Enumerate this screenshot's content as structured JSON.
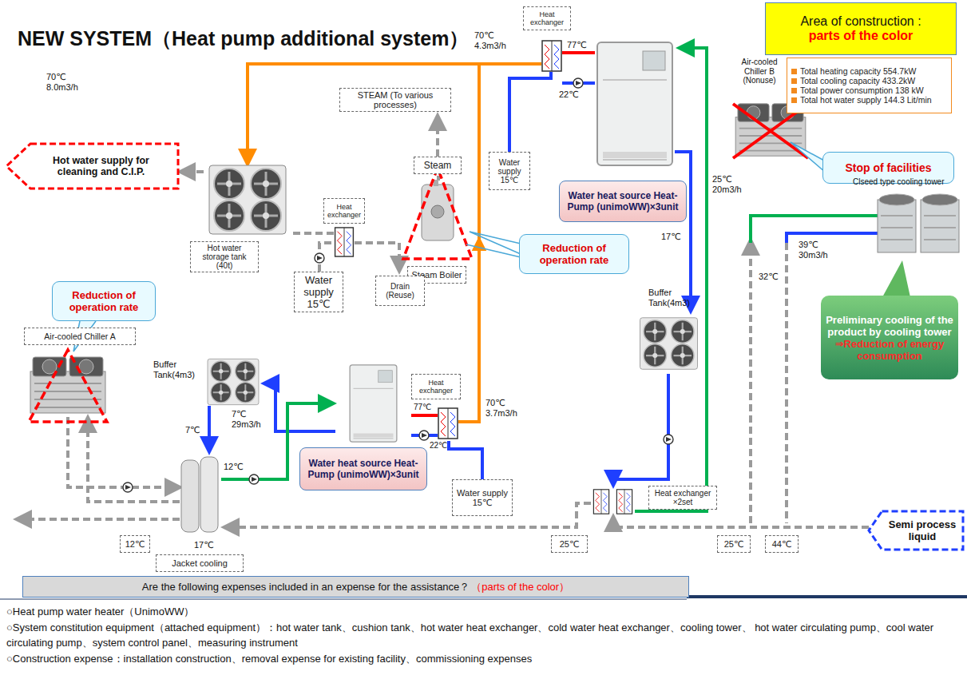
{
  "diagram": {
    "title": "NEW SYSTEM（Heat pump additional system）",
    "nodes": [
      {
        "text": [
          "Area of construction :",
          "parts of the color"
        ]
      },
      {
        "text": [
          "Total heating capacity 554.7kW",
          "Total cooling capacity 433.2kW",
          "Total power consumption 138 kW",
          "Total hot water supply 144.3 Lit/min"
        ]
      },
      {
        "text": [
          "STEAM (To various processes)"
        ]
      },
      {
        "text": [
          "Heat exchanger"
        ]
      },
      {
        "text": [
          "Stop of facilities"
        ]
      },
      {
        "text": [
          "Water supply 15℃"
        ]
      },
      {
        "text": [
          "Steam"
        ]
      },
      {
        "text": [
          "Heat exchanger"
        ]
      },
      {
        "text": [
          "Hot water supply for cleaning and C.I.P."
        ]
      },
      {
        "text": [
          "Water heat source Heat-Pump (unimoWW)×3unit"
        ]
      },
      {
        "text": [
          "Steam Boiler"
        ]
      },
      {
        "text": [
          "Hot water storage tank (40t)"
        ]
      },
      {
        "text": [
          "Water supply 15℃"
        ]
      },
      {
        "text": [
          "Drain (Reuse)"
        ]
      },
      {
        "text": [
          "Reduction of operation rate"
        ]
      },
      {
        "text": [
          "Reduction of operation rate"
        ]
      },
      {
        "text": [
          "Air-cooled Chiller A"
        ]
      },
      {
        "text": [
          "Preliminary cooling of the product by cooling tower",
          "⇒Reduction of energy consumption"
        ]
      },
      {
        "text": [
          "Heat exchanger"
        ]
      },
      {
        "text": [
          "Water heat source Heat-Pump (unimoWW)×3unit"
        ]
      },
      {
        "text": [
          "Water supply 15℃"
        ]
      },
      {
        "text": [
          "Heat exchanger ×2set"
        ]
      },
      {
        "text": [
          "Semi process liquid"
        ]
      },
      {
        "text": [
          "12℃"
        ]
      },
      {
        "text": [
          "25℃"
        ]
      },
      {
        "text": [
          "25℃"
        ]
      },
      {
        "text": [
          "44℃"
        ]
      },
      {
        "text": [
          "Jacket cooling"
        ]
      },
      {
        "text": [
          "Are the following expenses included in an expense for the assistance？",
          "（parts of the color）"
        ]
      },
      {
        "text": [
          "○Heat pump water heater（UnimoWW）",
          "○System constitution equipment（attached equipment）：hot water tank、cushion tank、hot water heat exchanger、cold water heat exchanger、cooling tower、 hot water circulating pump、cool water circulating pump、system control panel、measuring instrument",
          "○Construction expense：installation construction、removal expense for existing facility、commissioning expenses"
        ]
      }
    ],
    "edges": [
      {
        "from": 6,
        "to": 2,
        "arrow": "to"
      }
    ],
    "labels": [
      "Air-cooled Chiller B (Nonuse)",
      "Clseed type cooling tower",
      "70℃ 4.3m3/h",
      "77℃",
      "22℃",
      "17℃",
      "25℃ 20m3/h",
      "70℃ 8.0m3/h",
      "Buffer Tank(4m3)",
      "7℃ 29m3/h",
      "7℃",
      "12℃",
      "17℃",
      "77℃",
      "22℃",
      "70℃ 3.7m3/h",
      "Buffer Tank(4m3)",
      "32℃",
      "39℃ 30m3/h"
    ]
  }
}
